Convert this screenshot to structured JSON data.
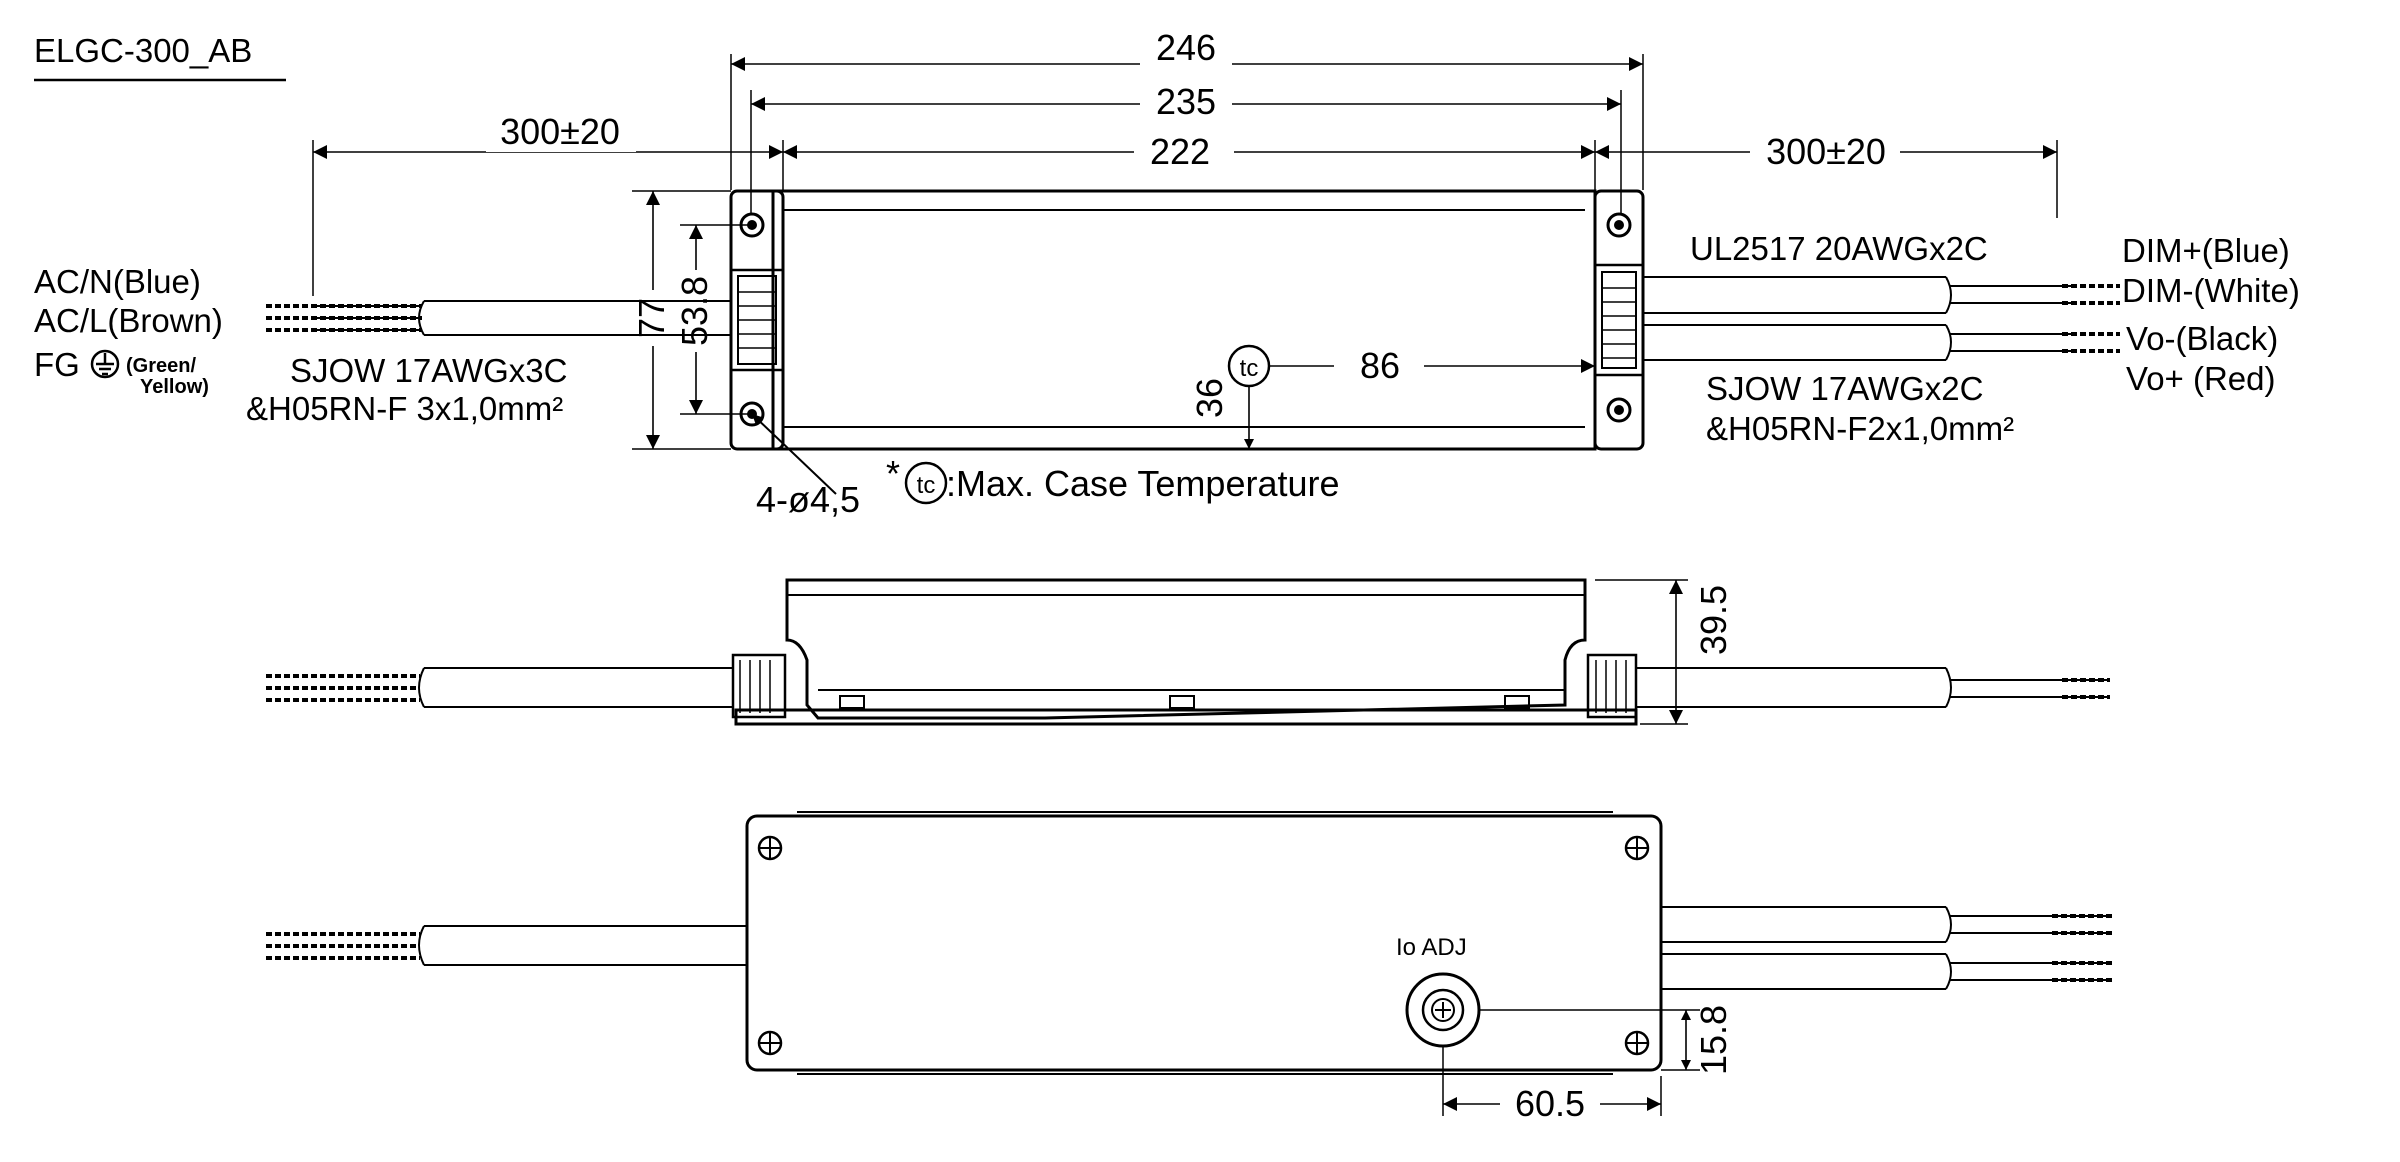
{
  "title": "ELGC-300_AB",
  "dimensions": {
    "overall_length": "246",
    "mounting_length": "235",
    "body_length": "222",
    "cable_left": "300±20",
    "cable_right": "300±20",
    "width": "77",
    "mounting_width": "53.8",
    "tc_x": "86",
    "tc_y": "36",
    "height": "39.5",
    "adj_x": "60.5",
    "adj_y": "15.8",
    "holes": "4-ø4,5"
  },
  "tc": {
    "symbol": "tc",
    "note_prefix": "*",
    "note": ":Max. Case Temperature"
  },
  "left_wires": {
    "neutral": "AC/N(Blue)",
    "line": "AC/L(Brown)",
    "fg": "FG",
    "fg_color_1": "(Green/",
    "fg_color_2": "Yellow)",
    "cable_line1": "SJOW 17AWGx3C",
    "cable_line2": "&H05RN-F 3x1,0mm²"
  },
  "right_wires": {
    "dim_cable": "UL2517 20AWGx2C",
    "dim_plus": "DIM+(Blue)",
    "dim_minus": "DIM-(White)",
    "vo_minus": "Vo-(Black)",
    "vo_plus": "Vo+ (Red)",
    "cable_line1": "SJOW 17AWGx2C",
    "cable_line2": "&H05RN-F2x1,0mm²"
  },
  "adjust_label": "Io ADJ"
}
